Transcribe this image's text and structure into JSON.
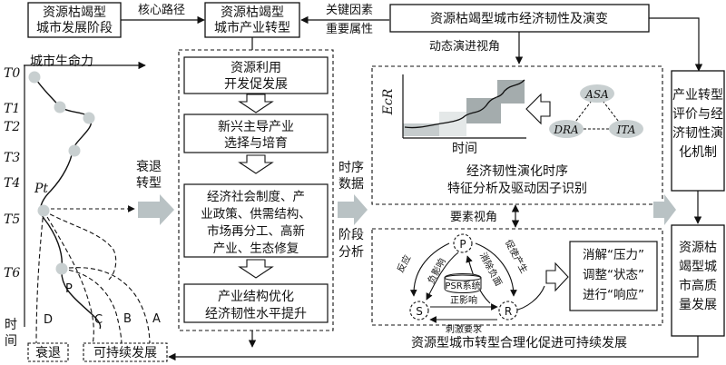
{
  "top": {
    "stage_box": [
      "资源枯竭型",
      "城市发展阶段"
    ],
    "core_path": "核心路径",
    "transform_box": [
      "资源枯竭型",
      "城市产业转型"
    ],
    "key_factor": "关键因素",
    "important_attr": "重要属性",
    "resilience_box": "资源枯竭型城市经济韧性及演变"
  },
  "lifecycle": {
    "title": "城市生命力",
    "time_labels": [
      "T0",
      "T1",
      "T2",
      "T3",
      "T4",
      "T5",
      "T6"
    ],
    "pt_label": "Pt",
    "p_label": "P",
    "path_labels": [
      "A",
      "B",
      "C",
      "D"
    ],
    "y_label": [
      "时",
      "间"
    ],
    "outcome_decline": "衰退",
    "outcome_sustainable": "可持续发展"
  },
  "decline_label": [
    "衰退",
    "转型"
  ],
  "pipeline": {
    "steps": [
      [
        "资源利用",
        "开发促发展"
      ],
      [
        "新兴主导产业",
        "选择与培育"
      ],
      [
        "经济社会制度、产",
        "业政策、供需结构、",
        "市场再分工、高新",
        "产业、生态修复"
      ],
      [
        "产业结构优化",
        "经济韧性水平提升"
      ]
    ]
  },
  "timeseries_label": [
    "时序",
    "数据"
  ],
  "stage_label": [
    "阶段",
    "分析"
  ],
  "dynamic": {
    "view_label": "动态演进视角",
    "y_axis": "EcR",
    "x_axis": "时间",
    "nodes": [
      "ASA",
      "DRA",
      "ITA"
    ],
    "caption": [
      "经济韧性演化时序",
      "特征分析及驱动因子识别"
    ]
  },
  "element_view": "要素视角",
  "psr": {
    "nodes": [
      "P",
      "S",
      "R"
    ],
    "center": "PSR系统",
    "positive": "正影响",
    "negative": "负影响",
    "feedback": "反应",
    "eliminate": "消除负面",
    "promote": "促使产生",
    "stimulus": "刺激要求",
    "result": [
      "消解“压力”",
      "调整“状态”",
      "进行“响应”"
    ]
  },
  "bottom_caption": "资源型城市转型合理化促进可持续发展",
  "right": {
    "mechanism": [
      "产业转型",
      "评价与经",
      "济韧性演",
      "化机制"
    ],
    "quality": [
      "资源枯",
      "竭型城",
      "市高质",
      "量发展"
    ]
  },
  "colors": {
    "arrow": "#b9c2c4",
    "node": "#c8cfd0",
    "band": "#c6cccd",
    "band_dark": "#a4acad"
  }
}
